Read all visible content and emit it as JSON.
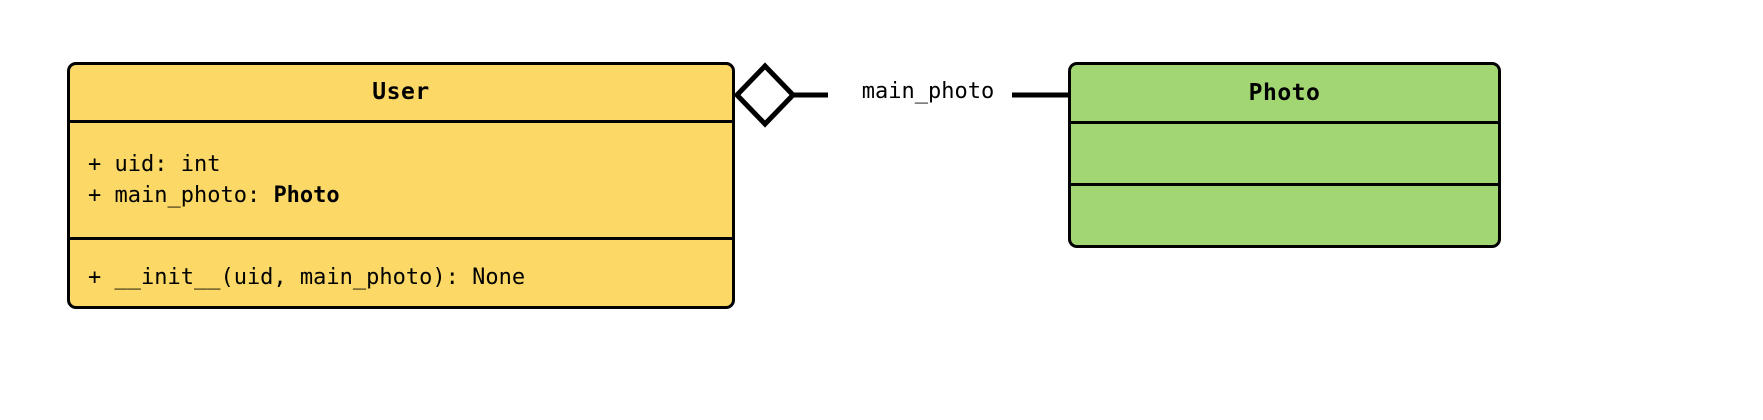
{
  "diagram": {
    "type": "uml-class-diagram",
    "background_color": "#ffffff",
    "classes": [
      {
        "name": "User",
        "fill_color": "#fcd966",
        "border_color": "#000000",
        "attributes": [
          {
            "visibility": "+",
            "text": "+ uid: int",
            "plain": "+ uid: ",
            "type": "int"
          },
          {
            "visibility": "+",
            "text": "+ main_photo: Photo",
            "plain": "+ main_photo: ",
            "type": "Photo"
          }
        ],
        "operations": [
          {
            "visibility": "+",
            "text": "+ __init__(uid, main_photo): None"
          }
        ]
      },
      {
        "name": "Photo",
        "fill_color": "#a2d672",
        "border_color": "#000000",
        "attributes": [],
        "operations": []
      }
    ],
    "relationships": [
      {
        "kind": "aggregation",
        "source": "User",
        "target": "Photo",
        "label": "main_photo",
        "diamond_fill": "#ffffff",
        "diamond_stroke": "#000000",
        "line_color": "#000000"
      }
    ]
  }
}
